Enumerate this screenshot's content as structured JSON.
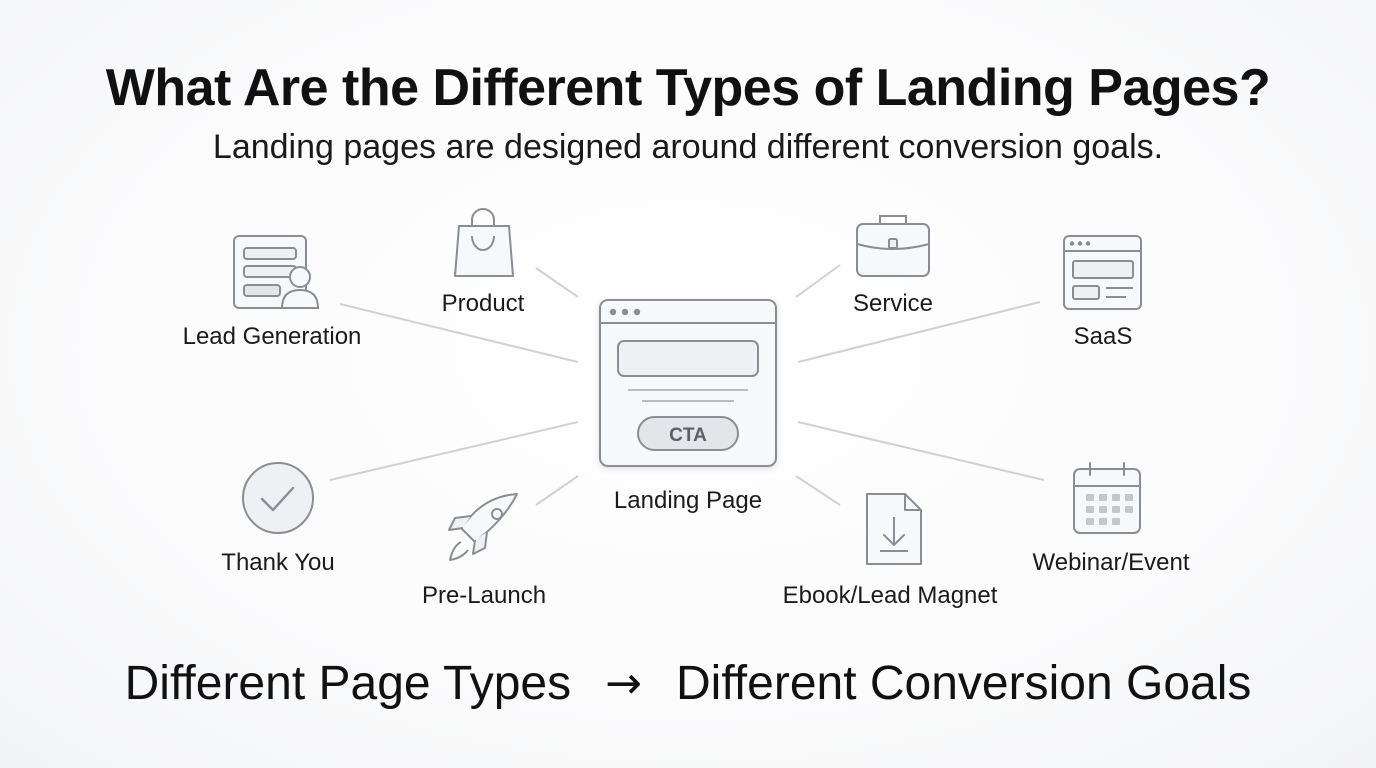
{
  "header": {
    "title": "What Are the Different Types of Landing Pages?",
    "subtitle": "Landing pages are designed around different conversion goals."
  },
  "center": {
    "label": "Landing Page",
    "cta_label": "CTA",
    "icon": "browser-window-icon"
  },
  "nodes": [
    {
      "label": "Lead Generation",
      "icon": "form-user-icon"
    },
    {
      "label": "Product",
      "icon": "shopping-bag-icon"
    },
    {
      "label": "Service",
      "icon": "briefcase-icon"
    },
    {
      "label": "SaaS",
      "icon": "app-window-icon"
    },
    {
      "label": "Thank You",
      "icon": "check-circle-icon"
    },
    {
      "label": "Pre-Launch",
      "icon": "rocket-icon"
    },
    {
      "label": "Ebook/Lead Magnet",
      "icon": "download-document-icon"
    },
    {
      "label": "Webinar/Event",
      "icon": "calendar-icon"
    }
  ],
  "footer": {
    "left": "Different Page Types",
    "arrow": "→",
    "right": "Different Conversion Goals"
  },
  "colors": {
    "icon_stroke": "#8a8d93",
    "connector": "#cfd1d5",
    "icon_fill": "#eef0f3"
  }
}
